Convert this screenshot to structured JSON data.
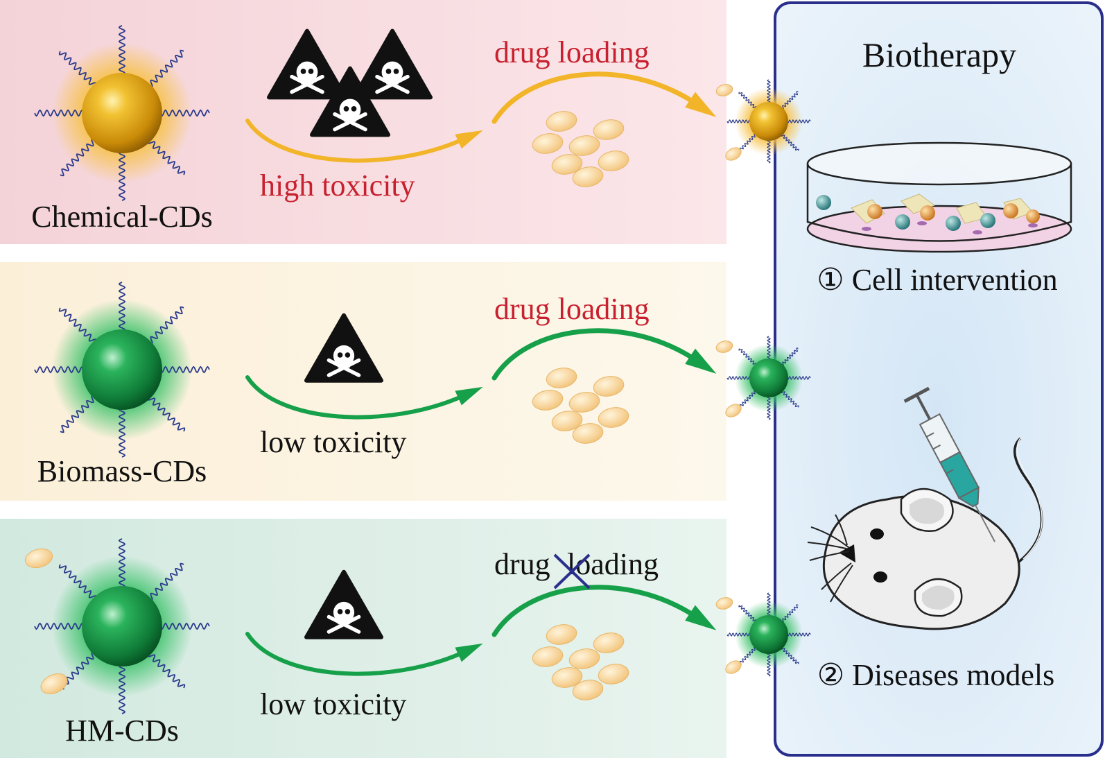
{
  "rows": [
    {
      "name": "Chemical-CDs",
      "toxicity": "high toxicity",
      "loading": "drug loading",
      "loading_blocked": false,
      "theme": {
        "band": "#f4d6da",
        "particle": "#d99a10",
        "glow": "#f7c24a",
        "arrow": "#f2b428",
        "toxicity_color": "#c8202e",
        "loading_color": "#c8202e"
      },
      "hazard_count": 3
    },
    {
      "name": "Biomass-CDs",
      "toxicity": "low toxicity",
      "loading": "drug loading",
      "loading_blocked": false,
      "theme": {
        "band": "#fbf1dc",
        "particle": "#12873f",
        "glow": "#3cc26a",
        "arrow": "#16a04a",
        "toxicity_color": "#111111",
        "loading_color": "#c8202e"
      },
      "hazard_count": 1
    },
    {
      "name": "HM-CDs",
      "toxicity": "low toxicity",
      "loading_left": "drug",
      "loading_right": "loading",
      "loading_blocked": true,
      "theme": {
        "band": "#d6ebe2",
        "particle": "#12873f",
        "glow": "#3cc26a",
        "arrow": "#16a04a",
        "toxicity_color": "#111111",
        "loading_color": "#111111"
      },
      "hazard_count": 1
    }
  ],
  "biotherapy": {
    "title": "Biotherapy",
    "item1": "① Cell intervention",
    "item2": "② Diseases models",
    "border_color": "#2a2f8c",
    "panel_color": "#dbe9f5"
  }
}
